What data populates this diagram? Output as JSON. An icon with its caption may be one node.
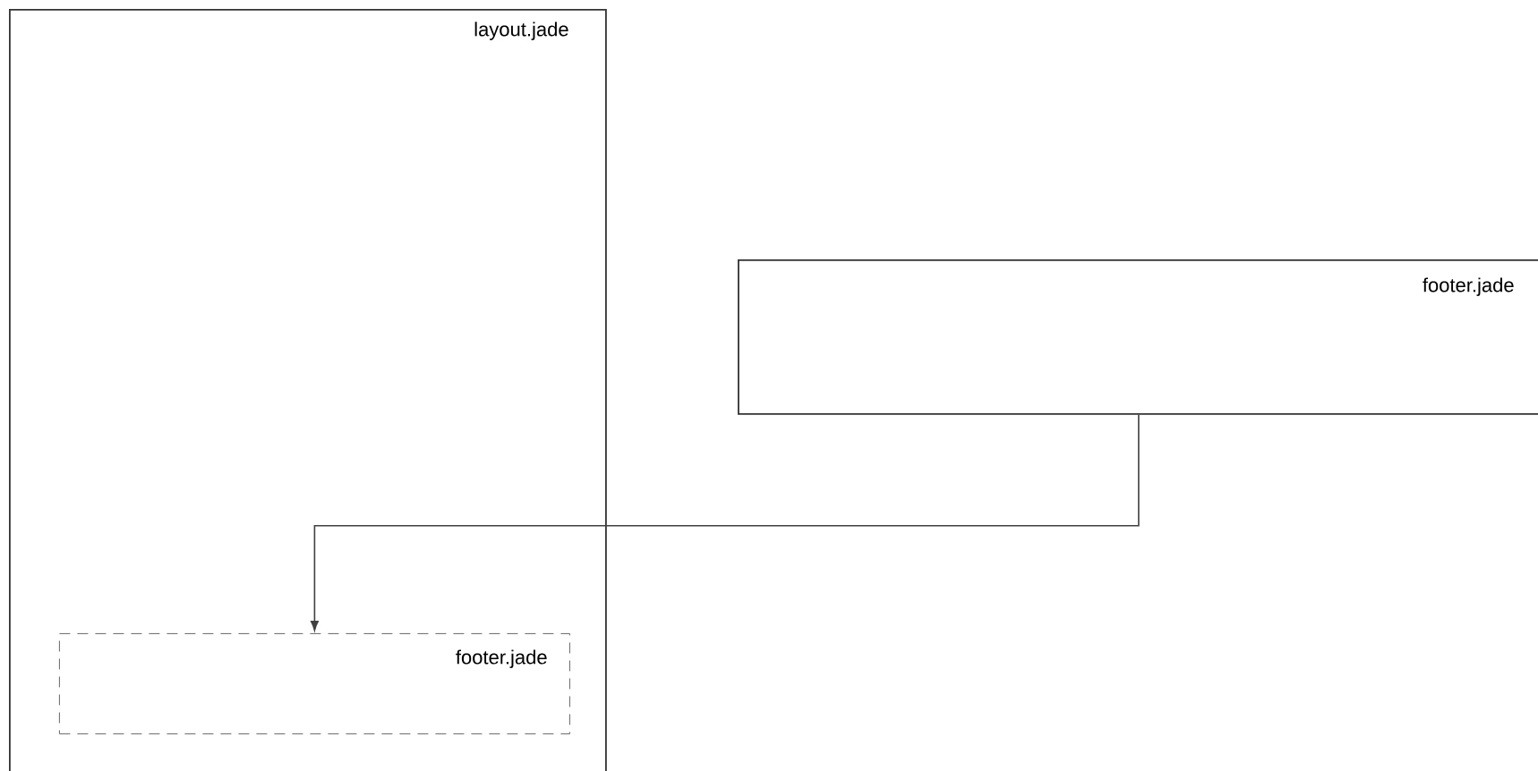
{
  "diagram": {
    "nodes": [
      {
        "text": [
          "layout.jade"
        ]
      },
      {
        "text": [
          "footer.jade"
        ],
        "in": 0
      },
      {
        "text": [
          "footer.jade"
        ]
      }
    ],
    "edges": [
      {
        "from": 2,
        "to": 1,
        "arrow": "to"
      }
    ]
  }
}
